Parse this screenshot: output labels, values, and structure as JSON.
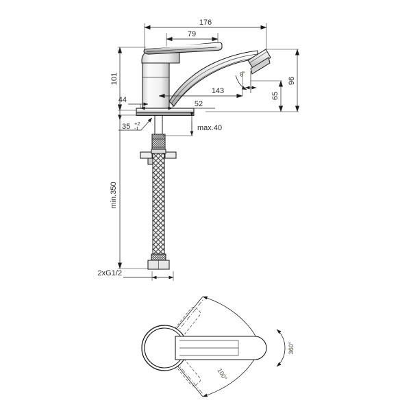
{
  "document": {
    "type": "technical-dimension-drawing",
    "subject": "single-lever basin mixer faucet",
    "units": "mm",
    "views": [
      {
        "name": "side-elevation",
        "position": "top"
      },
      {
        "name": "plan-view",
        "position": "bottom"
      }
    ]
  },
  "dimensions": {
    "overall_length": "176",
    "handle_length": "79",
    "body_height": "101",
    "spout_projection": "143",
    "spout_offset": "52",
    "base_height": "44",
    "spout_outlet_height": "65",
    "spout_top_height": "96",
    "deck_thickness": "35",
    "deck_thickness_tol_upper": "+2",
    "deck_thickness_tol_lower": "-1",
    "shank_max": "max.40",
    "hose_min_length": "min.350",
    "connection_thread": "2xG1/2",
    "outlet_angle": "8°",
    "swivel_angle_plan": "100°",
    "handle_rotation": "360°"
  },
  "labels": {
    "l_176": "176",
    "l_79": "79",
    "l_101": "101",
    "l_143": "143",
    "l_52": "52",
    "l_44": "44",
    "l_65": "65",
    "l_96": "96",
    "l_35": "35",
    "l_35_tol_up": "+2",
    "l_35_tol_low": "-1",
    "l_max40": "max.40",
    "l_min350": "min.350",
    "l_2xg12": "2xG1/2",
    "l_8deg": "8°",
    "l_100deg": "100°",
    "l_360deg": "360°"
  },
  "colors": {
    "background": "#ffffff",
    "line": "#1a1a1a",
    "text": "#2b2b26",
    "angle_text": "#4a4a34",
    "shade_light": "#d9d9d9",
    "shade_mid": "#b5b5b5",
    "shade_dark": "#8f8f8f"
  }
}
